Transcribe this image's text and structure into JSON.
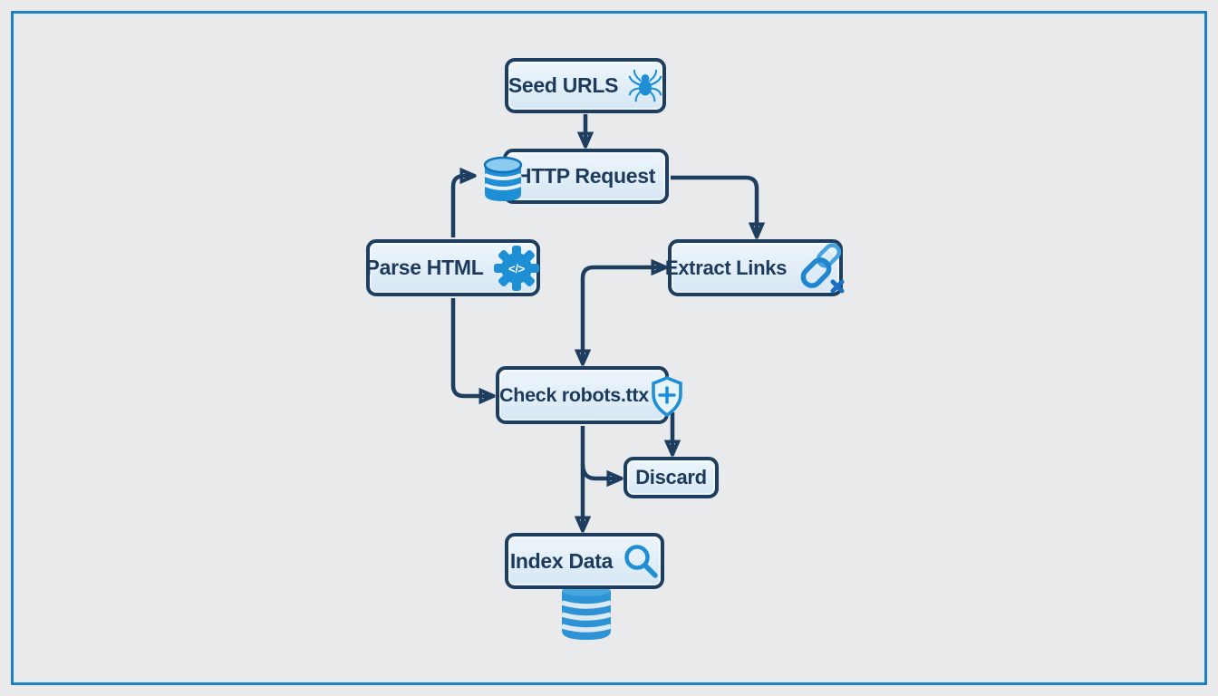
{
  "diagram": {
    "type": "flowchart",
    "topic": "web-crawler-pipeline",
    "nodes": [
      {
        "id": "seed-urls",
        "label": "Seed URLS",
        "icon": "spider-icon"
      },
      {
        "id": "http-request",
        "label": "HTTP Request",
        "icon": "database-icon"
      },
      {
        "id": "parse-html",
        "label": "Parse HTML",
        "icon": "gear-code-icon",
        "icon_glyph": "</>"
      },
      {
        "id": "extract-links",
        "label": "Extract Links",
        "icon": "broken-chain-icon"
      },
      {
        "id": "check-robots",
        "label": "Check robots.ttx",
        "icon": "shield-plus-icon"
      },
      {
        "id": "discard",
        "label": "Discard",
        "icon": null
      },
      {
        "id": "index-data",
        "label": "Index Data",
        "icon": "search-icon"
      },
      {
        "id": "data-store",
        "label": "",
        "icon": "database-cylinder-icon"
      }
    ],
    "edges": [
      {
        "from": "seed-urls",
        "to": "http-request"
      },
      {
        "from": "parse-html",
        "to": "http-request",
        "note": "into database icon"
      },
      {
        "from": "http-request",
        "to": "extract-links"
      },
      {
        "from": "junction",
        "to": "extract-links"
      },
      {
        "from": "junction",
        "to": "check-robots"
      },
      {
        "from": "parse-html",
        "to": "check-robots"
      },
      {
        "from": "check-robots",
        "to": "discard",
        "via": "right-side"
      },
      {
        "from": "check-robots",
        "to": "discard",
        "via": "bottom-branch"
      },
      {
        "from": "check-robots",
        "to": "index-data"
      },
      {
        "from": "index-data",
        "to": "data-store"
      }
    ],
    "colors": {
      "background": "#e9eaec",
      "frame": "#1f80c8",
      "node_border": "#1e3e5f",
      "node_fill": "#ddebf6",
      "text": "#1c3a5c",
      "icon": "#1e8fd5",
      "arrow": "#1e3e5f"
    }
  }
}
